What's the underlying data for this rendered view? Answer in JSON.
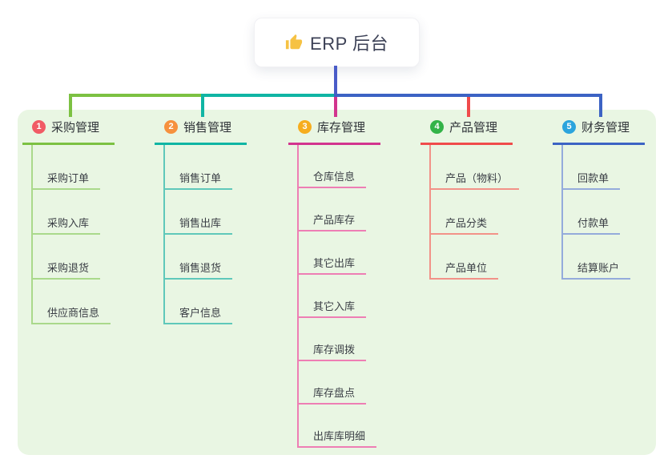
{
  "root": {
    "title": "ERP 后台",
    "icon": "thumbs-up",
    "icon_color": "#f6c243"
  },
  "colors": {
    "stem": "#4a5cc8",
    "panel_bg": "#e9f6e3",
    "root_text": "#3c4156"
  },
  "branches": [
    {
      "num": "1",
      "label": "采购管理",
      "badge_color": "#f15b65",
      "line_color": "#7cc142",
      "child_line_color": "#aad98b",
      "children": [
        "采购订单",
        "采购入库",
        "采购退货",
        "供应商信息"
      ]
    },
    {
      "num": "2",
      "label": "销售管理",
      "badge_color": "#f6913e",
      "line_color": "#10b5a4",
      "child_line_color": "#5fc8ba",
      "children": [
        "销售订单",
        "销售出库",
        "销售退货",
        "客户信息"
      ]
    },
    {
      "num": "3",
      "label": "库存管理",
      "badge_color": "#f6ad1e",
      "line_color": "#d2348e",
      "child_line_color": "#ee7eb4",
      "children": [
        "仓库信息",
        "产品库存",
        "其它出库",
        "其它入库",
        "库存调拨",
        "库存盘点",
        "出库库明细"
      ]
    },
    {
      "num": "4",
      "label": "产品管理",
      "badge_color": "#33b348",
      "line_color": "#f04b4b",
      "child_line_color": "#f29288",
      "children": [
        "产品（物料）",
        "产品分类",
        "产品单位"
      ]
    },
    {
      "num": "5",
      "label": "财务管理",
      "badge_color": "#2ba4dd",
      "line_color": "#3c63c4",
      "child_line_color": "#94abdb",
      "children": [
        "回款单",
        "付款单",
        "结算账户"
      ]
    }
  ]
}
